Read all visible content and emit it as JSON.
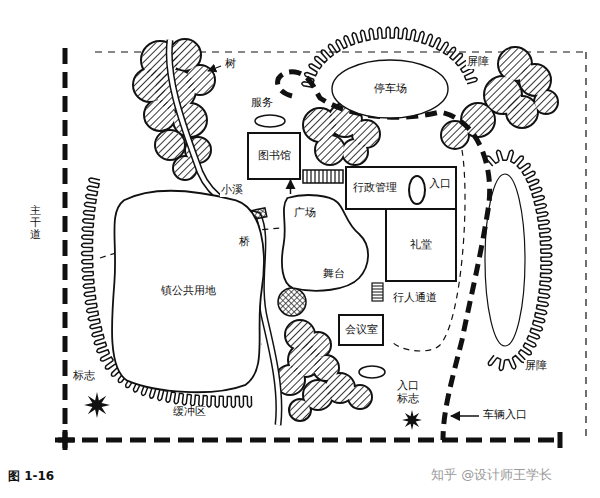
{
  "diagram": {
    "caption": "图 1-16",
    "nodes": [
      {
        "text": [
          "停车场"
        ]
      },
      {
        "text": [
          "图书馆"
        ]
      },
      {
        "text": [
          "行政管理"
        ]
      },
      {
        "text": [
          "礼堂"
        ]
      },
      {
        "text": [
          "广场"
        ]
      },
      {
        "text": [
          "镇公共用地"
        ]
      },
      {
        "text": [
          "会议室"
        ]
      }
    ],
    "edges": [
      {
        "from": 4,
        "to": 1,
        "arrow": "to"
      }
    ],
    "labels": [
      "树",
      "屏障",
      "服务",
      "入口",
      "小溪",
      "桥",
      "主干道",
      "舞台",
      "行人通道",
      "屏障",
      "标志",
      "缓冲区",
      "入口 标志",
      "车辆入口",
      "知乎 @设计师王学长"
    ]
  }
}
